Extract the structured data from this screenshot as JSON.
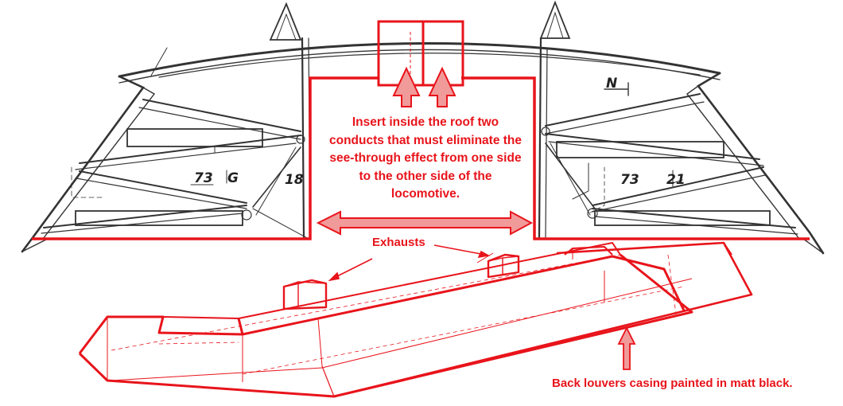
{
  "annotations": {
    "insert_lines": [
      "Insert inside the roof two",
      "conducts that must eliminate the",
      "see-through effect from one side",
      "to the other side of the",
      "locomotive."
    ],
    "exhausts": "Exhausts",
    "louvers": "Back louvers casing painted in matt black."
  },
  "drawing_labels": {
    "left_a": "73",
    "left_b": "G",
    "left_c": "18",
    "right_a": "73",
    "right_b": "21",
    "right_c": "N"
  },
  "colors": {
    "annotation_red": "#e8141b",
    "arrow_fill": "#f19a9a",
    "drawing_ink": "#333333"
  }
}
